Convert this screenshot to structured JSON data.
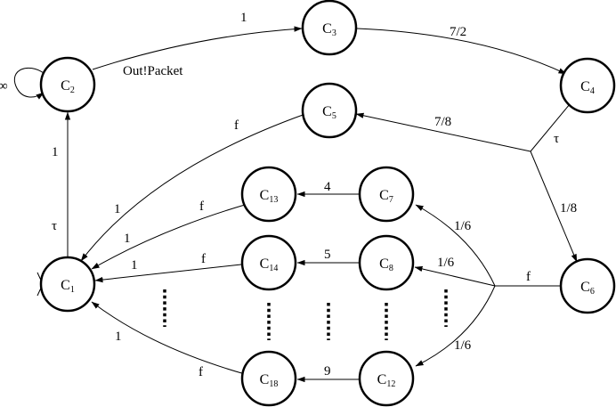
{
  "nodes": {
    "c1": {
      "letter": "C",
      "sub": "1"
    },
    "c2": {
      "letter": "C",
      "sub": "2"
    },
    "c3": {
      "letter": "C",
      "sub": "3"
    },
    "c4": {
      "letter": "C",
      "sub": "4"
    },
    "c5": {
      "letter": "C",
      "sub": "5"
    },
    "c6": {
      "letter": "C",
      "sub": "6"
    },
    "c7": {
      "letter": "C",
      "sub": "7"
    },
    "c8": {
      "letter": "C",
      "sub": "8"
    },
    "c12": {
      "letter": "C",
      "sub": "12"
    },
    "c13": {
      "letter": "C",
      "sub": "13"
    },
    "c14": {
      "letter": "C",
      "sub": "14"
    },
    "c18": {
      "letter": "C",
      "sub": "18"
    }
  },
  "edge_labels": {
    "c2_loop": "∞",
    "c2_c3_rate": "1",
    "c2_c3_action": "Out!Packet",
    "c3_c4": "7/2",
    "c4_tau": "τ",
    "branch_c5": "7/8",
    "branch_c6": "1/8",
    "c1_c2": "1",
    "c1_c2_tau": "τ",
    "c5_c1_f": "f",
    "c5_c1_rate": "1",
    "c13_c1_f": "f",
    "c13_c1_rate": "1",
    "c14_c1_f": "f",
    "c14_c1_rate": "1",
    "c18_c1_f": "f",
    "c18_c1_rate": "1",
    "c7_c13": "4",
    "c8_c14": "5",
    "c12_c18": "9",
    "c6_f": "f",
    "branch_c7": "1/6",
    "branch_c8": "1/6",
    "branch_c12": "1/6"
  }
}
